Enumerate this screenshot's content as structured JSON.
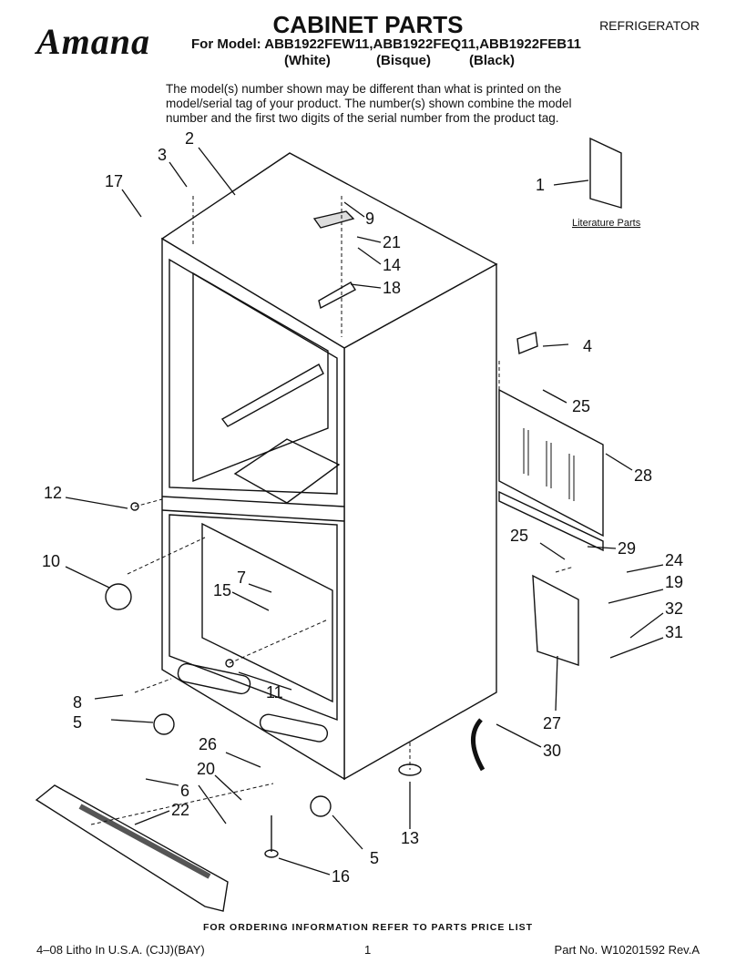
{
  "header": {
    "brand": "Amana",
    "title": "CABINET PARTS",
    "model_line": "For Model: ABB1922FEW11,ABB1922FEQ11,ABB1922FEB11",
    "colors": [
      "(White)",
      "(Bisque)",
      "(Black)"
    ],
    "category": "REFRIGERATOR"
  },
  "notice": "The model(s) number shown may be different than what is printed on the model/serial tag of your product. The number(s) shown combine the model number and the first two digits of the serial number from the product tag.",
  "literature_label": "Literature Parts",
  "callouts": [
    "1",
    "2",
    "3",
    "4",
    "5",
    "5",
    "6",
    "7",
    "8",
    "9",
    "10",
    "11",
    "12",
    "13",
    "14",
    "15",
    "16",
    "17",
    "18",
    "19",
    "20",
    "21",
    "22",
    "24",
    "25",
    "25",
    "26",
    "27",
    "28",
    "29",
    "30",
    "31",
    "32"
  ],
  "footer": {
    "ordering": "FOR ORDERING INFORMATION REFER TO PARTS PRICE LIST",
    "litho": "4–08 Litho In U.S.A. (CJJ)(BAY)",
    "page": "1",
    "part_no": "Part No. W10201592 Rev.A"
  }
}
